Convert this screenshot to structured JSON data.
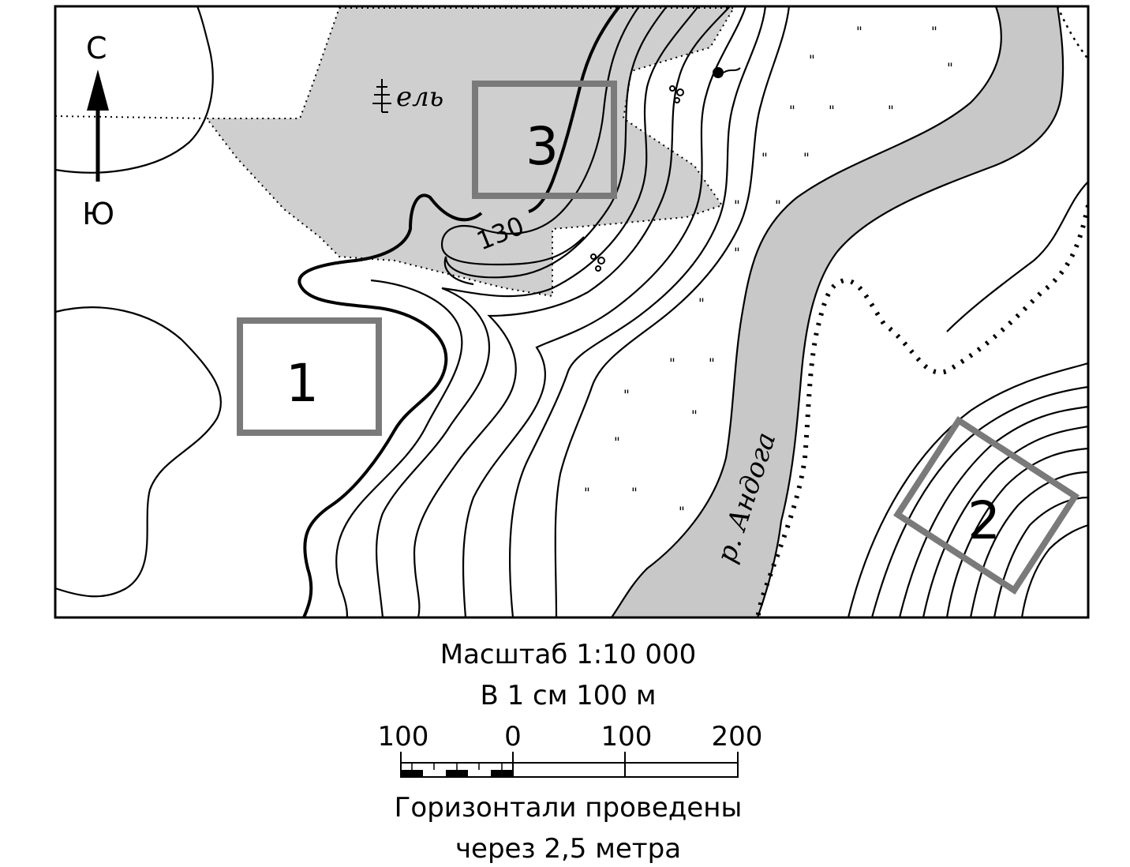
{
  "map": {
    "compass": {
      "north": "С",
      "south": "Ю"
    },
    "forest_label": "ель",
    "river_label": "р. Андога",
    "contour_label": "130",
    "sites": [
      "1",
      "2",
      "3"
    ],
    "marsh_symbol": "\""
  },
  "legend": {
    "scale_title": "Масштаб 1:10 000",
    "scale_note": "В 1 см 100 м",
    "bar_labels": [
      "100",
      "0",
      "100",
      "200"
    ],
    "contour_note_line1": "Горизонтали проведены",
    "contour_note_line2": "через 2,5 метра"
  },
  "colors": {
    "forest": "#cfcfcf",
    "river": "#c8c8c8",
    "site_box": "#7a7a7a"
  }
}
